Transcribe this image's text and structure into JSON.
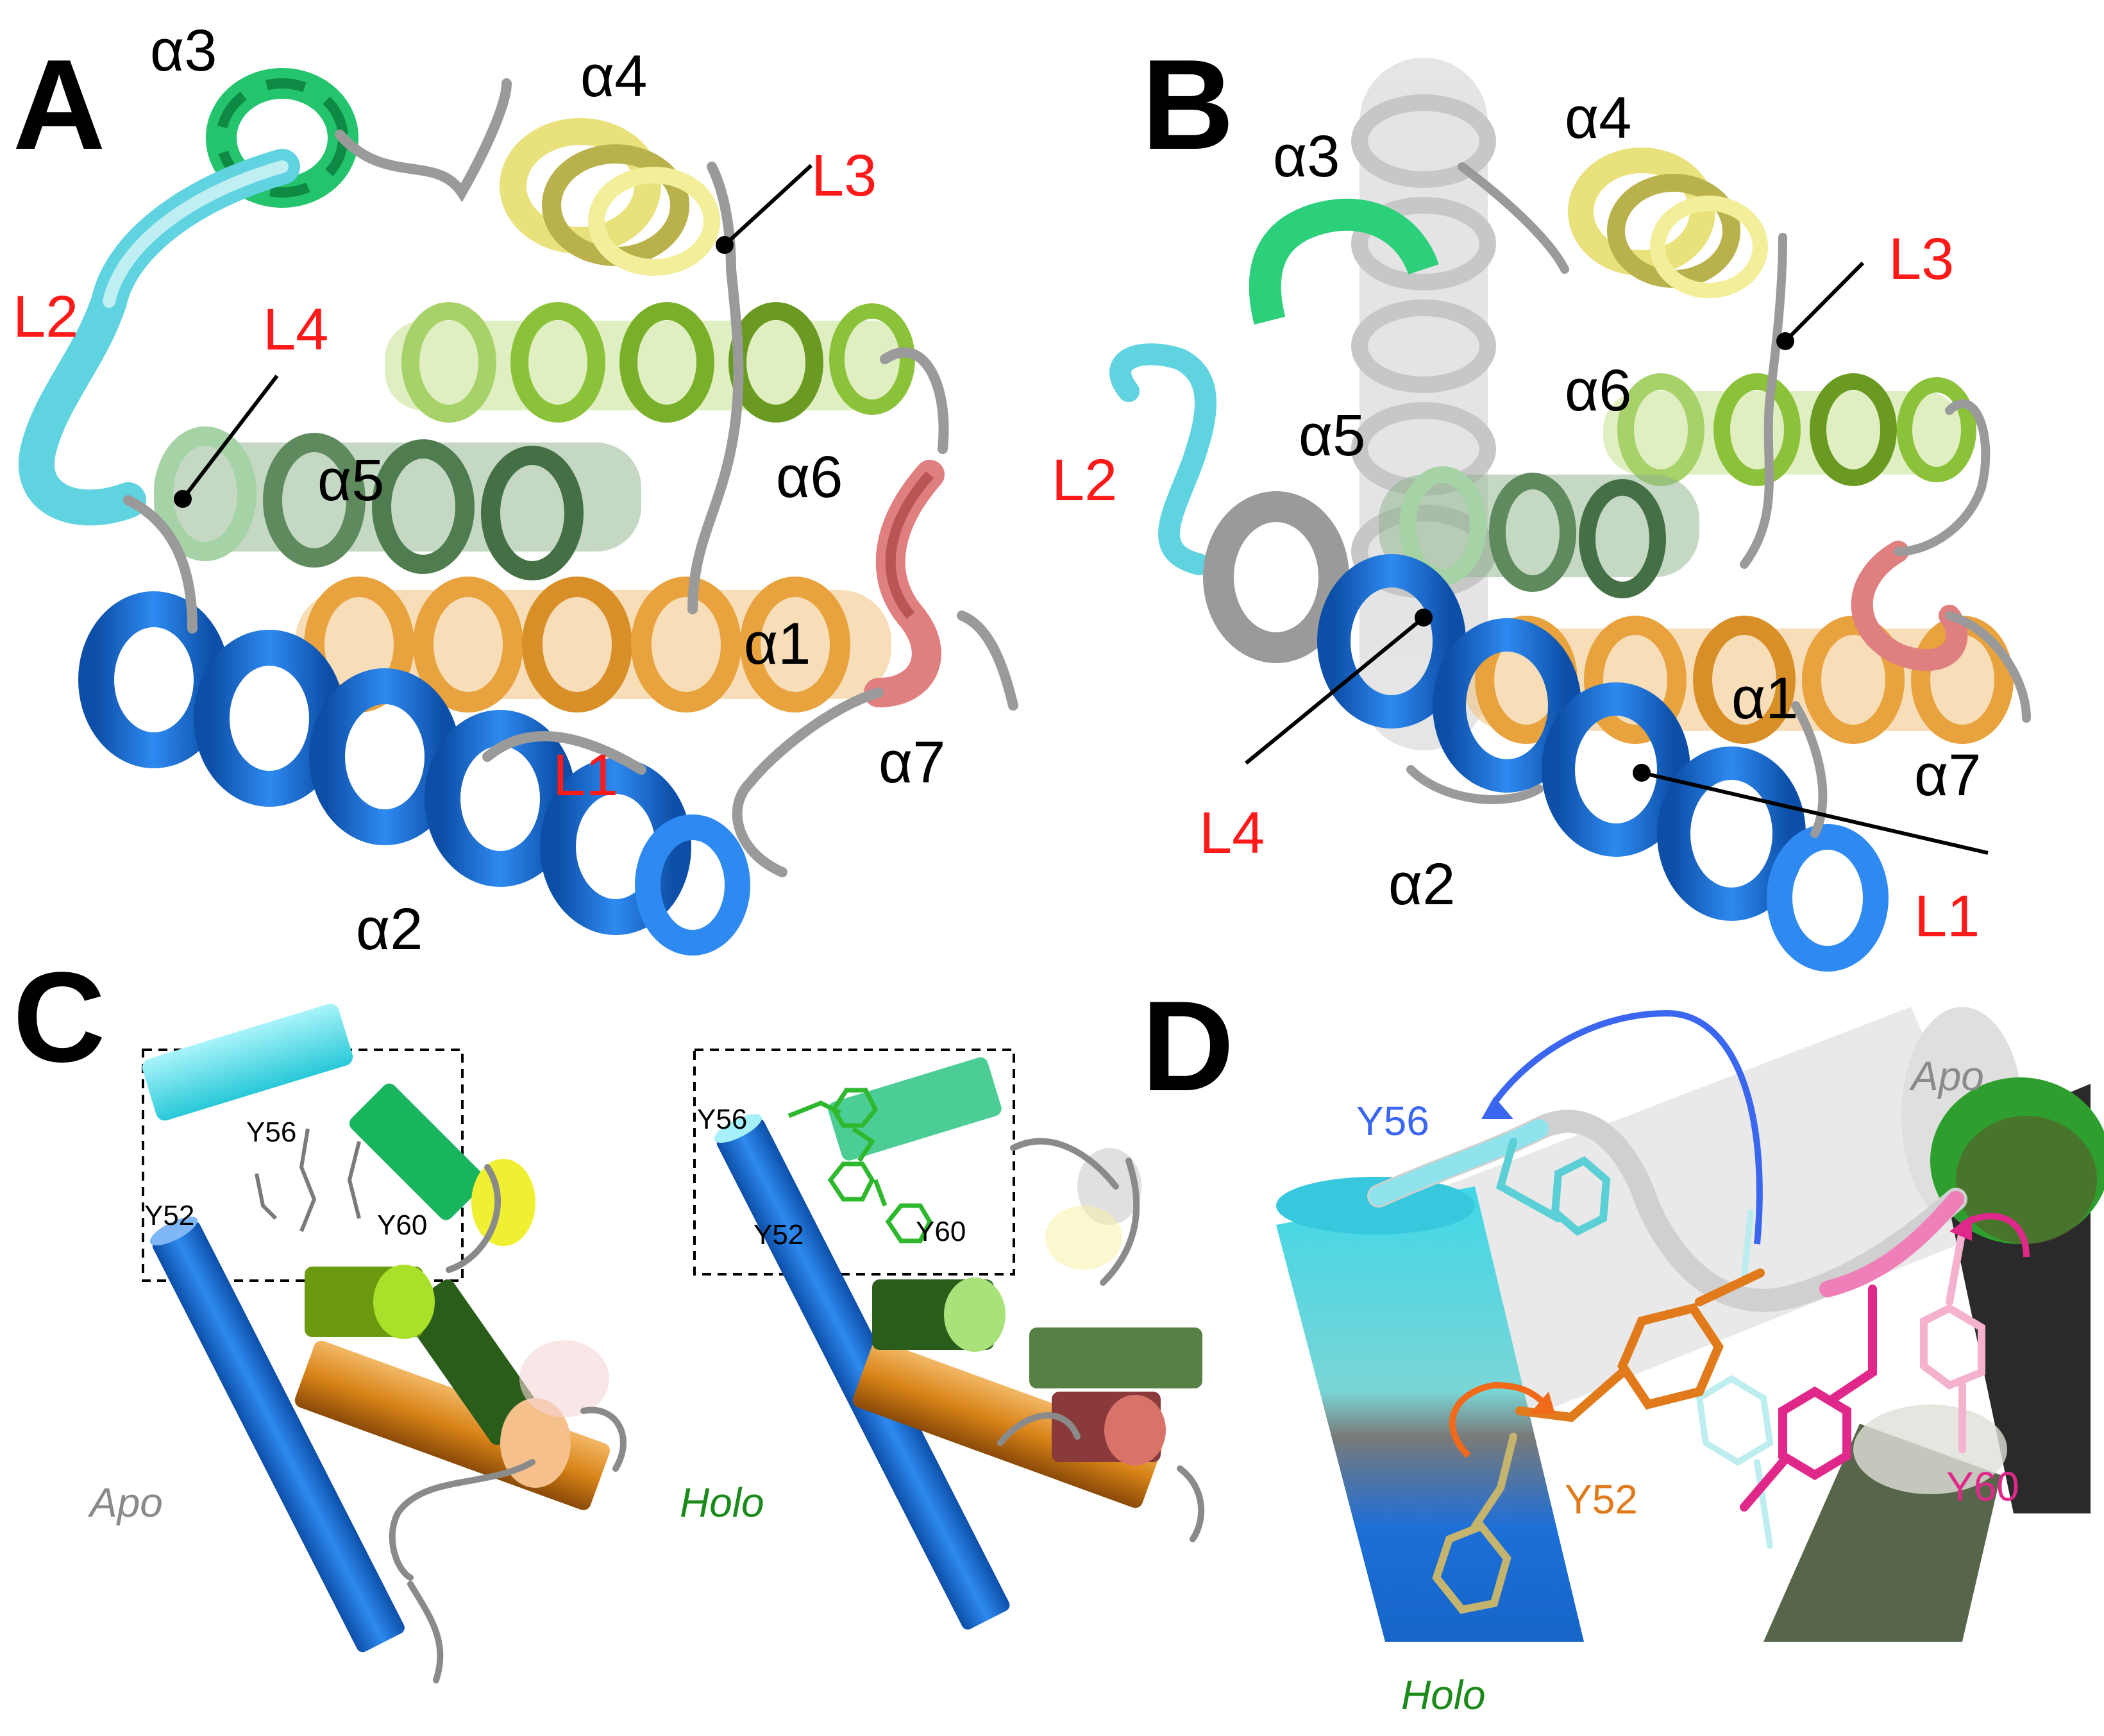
{
  "panels": {
    "A": {
      "letter": "A",
      "helices": [
        "α3",
        "α4",
        "α5",
        "α6",
        "α1",
        "α7",
        "α2"
      ],
      "loops": [
        "L3",
        "L2",
        "L4",
        "L1"
      ]
    },
    "B": {
      "letter": "B",
      "helices": [
        "α3",
        "α4",
        "α6",
        "α5",
        "α1",
        "α7",
        "α2"
      ],
      "loops": [
        "L3",
        "L2",
        "L4",
        "L1"
      ]
    },
    "C": {
      "letter": "C",
      "apo": {
        "state_label": "Apo",
        "residues": [
          "Y56",
          "Y52",
          "Y60"
        ]
      },
      "holo": {
        "state_label": "Holo",
        "residues": [
          "Y56",
          "Y52",
          "Y60"
        ]
      }
    },
    "D": {
      "letter": "D",
      "residues": {
        "y56": "Y56",
        "y52": "Y52",
        "y60": "Y60"
      },
      "apo_label": "Apo",
      "holo_label": "Holo"
    }
  },
  "colors": {
    "alpha1": "#e8a23e",
    "alpha2": "#1a6fd6",
    "alpha3": "#2ccf7a",
    "alpha4": "#e6e07a",
    "alpha5": "#5e8a5e",
    "alpha6": "#8cc13a",
    "alpha7": "#e07f7f",
    "L2_cyan": "#5fd3e0",
    "loop_gray": "#9a9a9a",
    "loop_label": "#ff1a1a",
    "apo_label": "#8a8a8a",
    "holo_label": "#1a8a1a",
    "y56": "#3a66f0",
    "y52": "#e07a1a",
    "y60": "#e0288a"
  }
}
